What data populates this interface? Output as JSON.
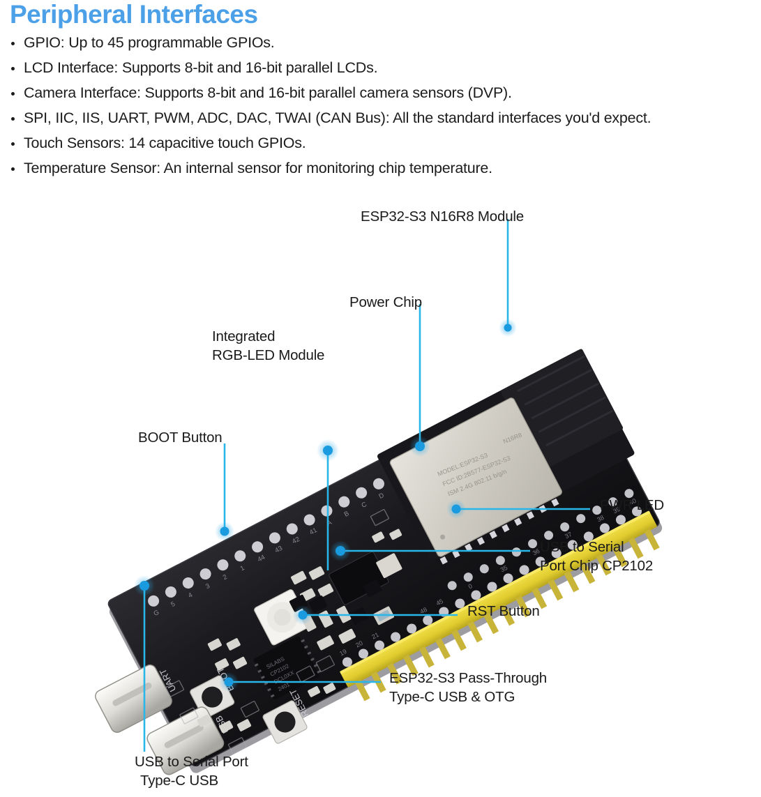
{
  "header": {
    "title": "Peripheral Interfaces",
    "title_color": "#4ba0e8"
  },
  "features": [
    "GPIO: Up to 45 programmable GPIOs.",
    "LCD Interface: Supports 8-bit and 16-bit parallel LCDs.",
    "Camera Interface: Supports 8-bit and 16-bit parallel camera sensors (DVP).",
    "SPI, IIC, IIS, UART, PWM, ADC, DAC, TWAI (CAN Bus): All the standard interfaces you'd expect.",
    "Touch Sensors: 14 capacitive touch GPIOs.",
    "Temperature Sensor: An internal sensor for monitoring chip temperature."
  ],
  "diagram": {
    "subject": "ESP32-S3 development board",
    "accent_color": "#29b6e8",
    "board_color": "#1b1b1e",
    "header_pin_color": "#e8d43c",
    "module_shield_color": "#d8d6cf",
    "module_silkscreen": [
      "MODEL:ESP32-S3",
      "N16R8",
      "FCC ID:2B577-ESP32-S3",
      "ISM 2.4G 802.11 b/g/n"
    ],
    "board_silkscreen": [
      "BOOT",
      "RESET",
      "UART",
      "USB"
    ],
    "chip_silkscreen": [
      "SILABS",
      "CP2102",
      "DCL0XX",
      "2401"
    ],
    "callouts": [
      {
        "id": "esp32-module",
        "label_lines": [
          "ESP32-S3 N16R8 Module"
        ]
      },
      {
        "id": "power-chip",
        "label_lines": [
          "Power Chip"
        ]
      },
      {
        "id": "rgb-led",
        "label_lines": [
          "Integrated",
          "RGB-LED Module"
        ]
      },
      {
        "id": "boot-button",
        "label_lines": [
          "BOOT Button"
        ]
      },
      {
        "id": "pwr-led",
        "label_lines": [
          "PWR LED"
        ]
      },
      {
        "id": "usb-serial-chip",
        "label_lines": [
          "USB to Serial",
          "Port Chip CP2102"
        ]
      },
      {
        "id": "rst-button",
        "label_lines": [
          "RST Button"
        ]
      },
      {
        "id": "passthrough-usb",
        "label_lines": [
          "ESP32-S3 Pass-Through",
          "Type-C USB & OTG"
        ]
      },
      {
        "id": "usb-serial-port",
        "label_lines": [
          "USB to Serial Port",
          "Type-C USB"
        ]
      }
    ]
  }
}
